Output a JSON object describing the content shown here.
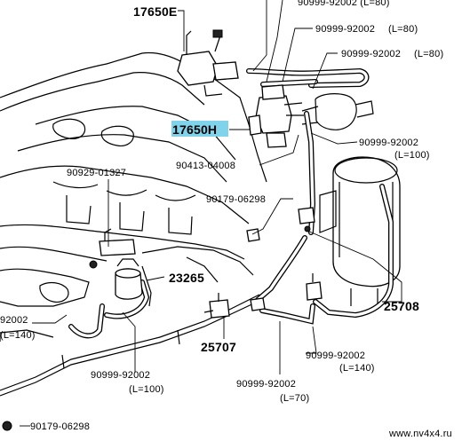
{
  "labels": {
    "p17650E": "17650E",
    "p17650H": "17650H",
    "hose_top_cut": "90999-92002 (L=80)",
    "hose_80_a": "90999-92002",
    "hose_80_a_len": "(L=80)",
    "hose_80_b": "90999-92002",
    "hose_80_b_len": "(L=80)",
    "hose_100_r": "90999-92002",
    "hose_100_r_len": "(L=100)",
    "p90413": "90413-04008",
    "p90929": "90929-01327",
    "p90179_a": "90179-06298",
    "p23265": "23265",
    "p25708": "25708",
    "hose_140_l": "92002",
    "hose_140_l_len": "(L=140)",
    "p25707": "25707",
    "hose_140_r": "90999-92002",
    "hose_140_r_len": "(L=140)",
    "hose_100_b": "90999-92002",
    "hose_100_b_len": "(L=100)",
    "hose_70": "90999-92002",
    "hose_70_len": "(L=70)",
    "p90179_b": "90179-06298",
    "watermark": "www.nv4x4.ru"
  },
  "colors": {
    "highlight": "#7fd3ea",
    "ink": "#000000"
  }
}
